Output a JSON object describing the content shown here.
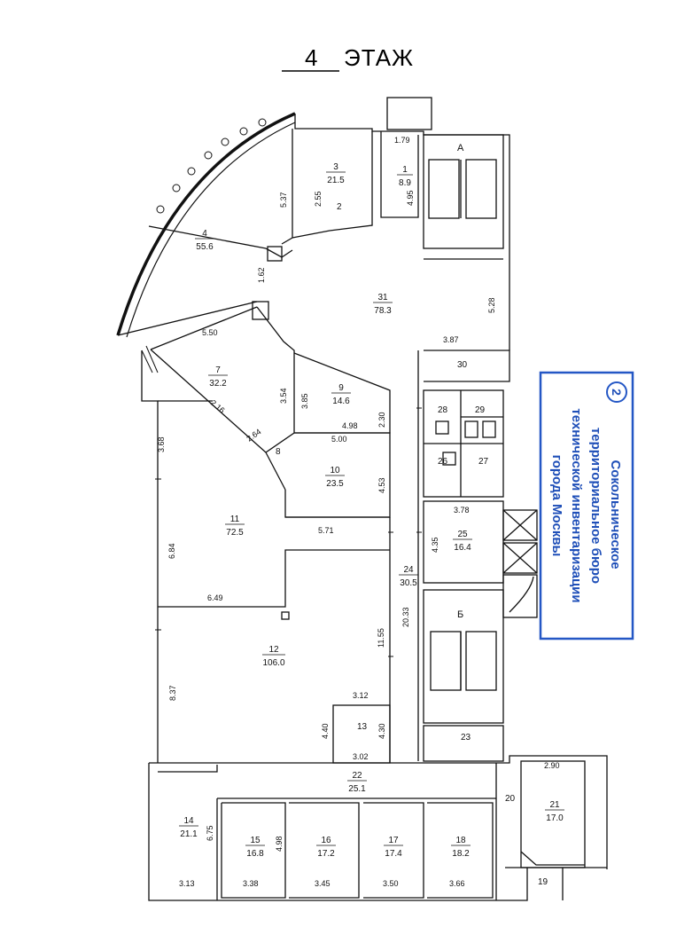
{
  "title": {
    "number": "4",
    "word": "ЭТАЖ"
  },
  "stair_labels": {
    "a": "А",
    "b": "Б"
  },
  "rooms": [
    {
      "key": "r1",
      "num": "1",
      "area": "8.9"
    },
    {
      "key": "r3",
      "num": "3",
      "area": "21.5"
    },
    {
      "key": "r4",
      "num": "4",
      "area": "55.6"
    },
    {
      "key": "r7",
      "num": "7",
      "area": "32.2"
    },
    {
      "key": "r9",
      "num": "9",
      "area": "14.6"
    },
    {
      "key": "r10",
      "num": "10",
      "area": "23.5"
    },
    {
      "key": "r11",
      "num": "11",
      "area": "72.5"
    },
    {
      "key": "r12",
      "num": "12",
      "area": "106.0"
    },
    {
      "key": "r14",
      "num": "14",
      "area": "21.1"
    },
    {
      "key": "r15",
      "num": "15",
      "area": "16.8"
    },
    {
      "key": "r16",
      "num": "16",
      "area": "17.2"
    },
    {
      "key": "r17",
      "num": "17",
      "area": "17.4"
    },
    {
      "key": "r18",
      "num": "18",
      "area": "18.2"
    },
    {
      "key": "r21",
      "num": "21",
      "area": "17.0"
    },
    {
      "key": "r22",
      "num": "22",
      "area": "25.1"
    },
    {
      "key": "r24",
      "num": "24",
      "area": "30.5"
    },
    {
      "key": "r25",
      "num": "25",
      "area": "16.4"
    },
    {
      "key": "r31",
      "num": "31",
      "area": "78.3"
    }
  ],
  "room_numbers_only": [
    "2",
    "8",
    "13",
    "19",
    "20",
    "23",
    "26",
    "27",
    "28",
    "29",
    "30"
  ],
  "dimensions": [
    "1.79",
    "4.95",
    "2.55",
    "5.37",
    "1.62",
    "5.28",
    "5.50",
    "3.87",
    "3.54",
    "3.85",
    "2.30",
    "4.98",
    "2.16",
    "2.64",
    "3.68",
    "5.00",
    "4.53",
    "5.71",
    "6.84",
    "3.78",
    "4.35",
    "20.33",
    "6.49",
    "11.55",
    "8.37",
    "3.12",
    "4.40",
    "4.30",
    "3.02",
    "2.90",
    "6.75",
    "4.98",
    "3.13",
    "3.38",
    "3.45",
    "3.50",
    "3.66"
  ],
  "stamp": {
    "number": "2",
    "lines": [
      "Сокольническое",
      "территориальное бюро",
      "технической инвентаризации",
      "города Москвы"
    ]
  }
}
